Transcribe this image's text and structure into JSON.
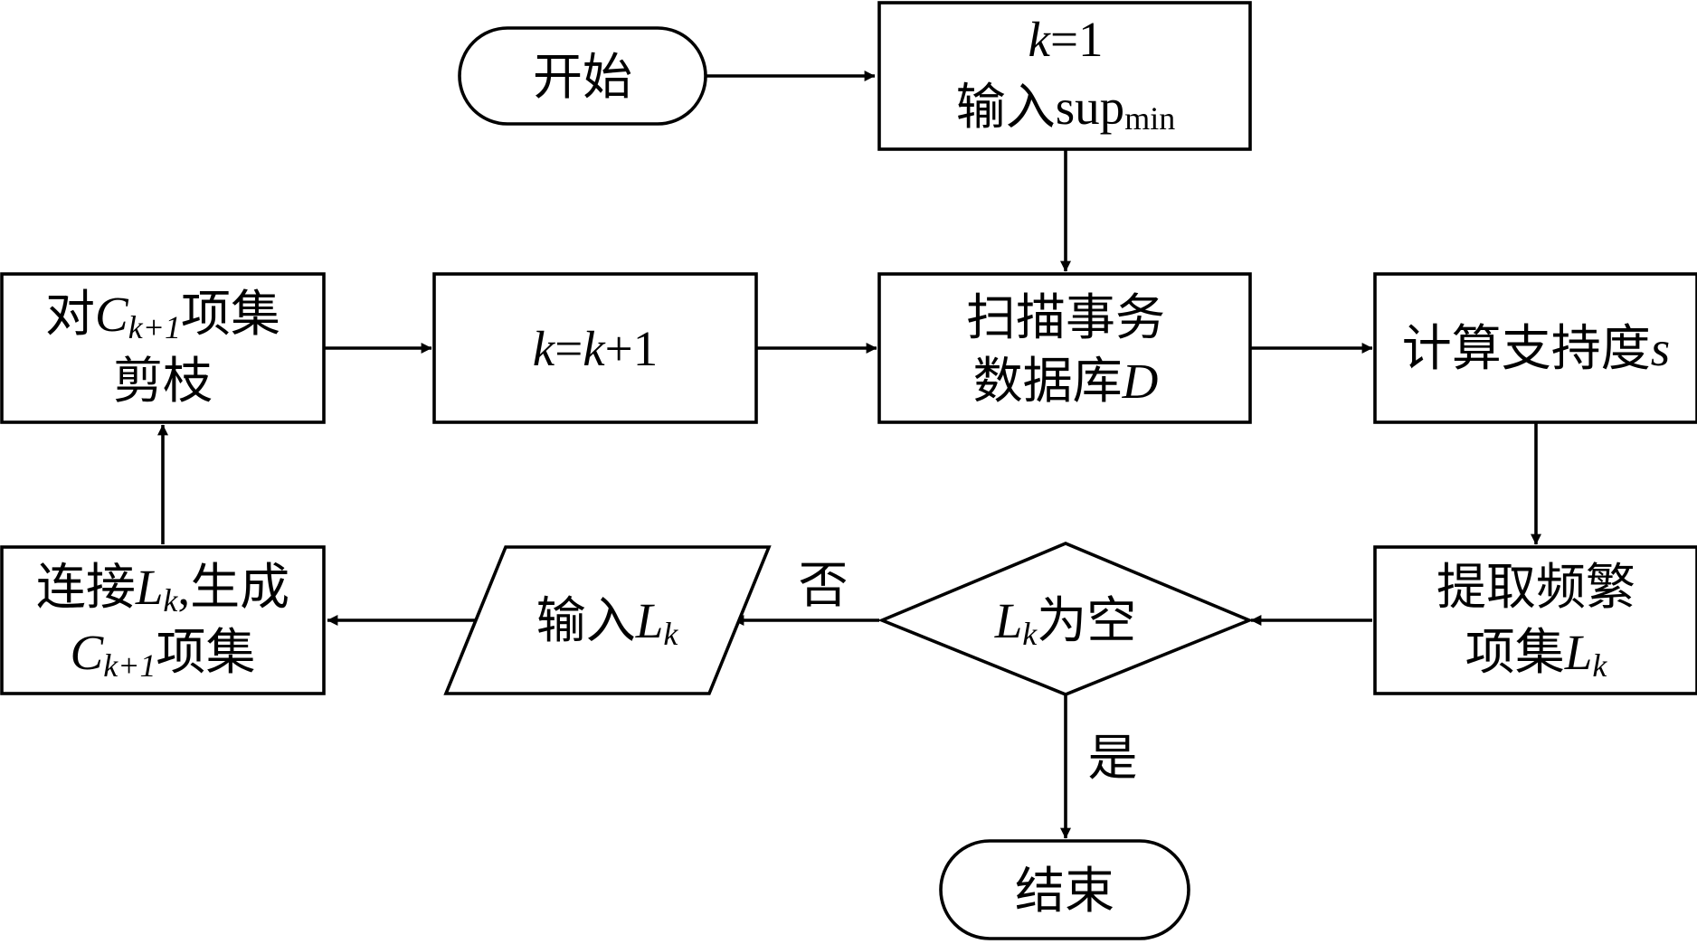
{
  "nodes": {
    "start": {
      "label": "开始"
    },
    "init": {
      "line1_var": "k",
      "line1_rest": "=1",
      "line2_text": "输入sup",
      "line2_sub": "min"
    },
    "scan": {
      "line1": "扫描事务",
      "line2_text": "数据库",
      "line2_var": "D"
    },
    "support": {
      "text": "计算支持度",
      "var": "s"
    },
    "extract": {
      "line1": "提取频繁",
      "line2_text": "项集",
      "line2_var": "L",
      "line2_sub": "k"
    },
    "decision": {
      "var": "L",
      "sub": "k",
      "text": "为空"
    },
    "output": {
      "text": "输入",
      "var": "L",
      "sub": "k"
    },
    "join": {
      "line1_text": "连接",
      "line1_var": "L",
      "line1_sub": "k",
      "line1_rest": ",生成",
      "line2_var": "C",
      "line2_sub": "k+1",
      "line2_rest": "项集"
    },
    "prune": {
      "line1_text": "对",
      "line1_var": "C",
      "line1_sub": "k+1",
      "line1_rest": "项集",
      "line2": "剪枝"
    },
    "increment": {
      "var1": "k",
      "eq": "=",
      "var2": "k",
      "rest": "+1"
    },
    "end": {
      "label": "结束"
    }
  },
  "edges": {
    "no_label": "否",
    "yes_label": "是"
  }
}
